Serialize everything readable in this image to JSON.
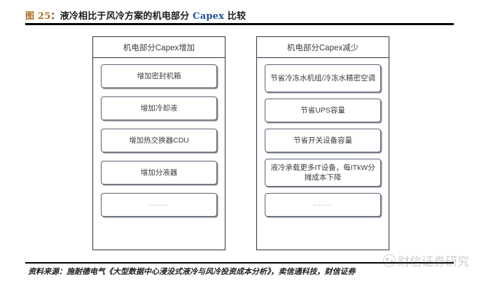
{
  "figure": {
    "label": "图 25",
    "separator": "：",
    "title_cn_part1": "液冷相比于风冷方案的机电部分 ",
    "title_en": "Capex",
    "title_cn_part2": " 比较",
    "title_full": "图 25：液冷相比于风冷方案的机电部分 Capex 比较"
  },
  "columns": [
    {
      "key": "increase",
      "header": "机电部分Capex增加",
      "items": [
        {
          "text": "增加密封机箱",
          "lines": 1
        },
        {
          "text": "增加冷却液",
          "lines": 1
        },
        {
          "text": "增加热交换器CDU",
          "lines": 1
        },
        {
          "text": "增加分液器",
          "lines": 1
        },
        {
          "text": "·······",
          "lines": 1,
          "is_ellipsis": true
        }
      ]
    },
    {
      "key": "decrease",
      "header": "机电部分Capex减少",
      "items": [
        {
          "text": "节省冷冻水机组/冷冻水精密空调",
          "lines": 2
        },
        {
          "text": "节省UPS容量",
          "lines": 1
        },
        {
          "text": "节省开关设备容量",
          "lines": 1
        },
        {
          "text": "液冷承载更多IT设备，每ITkW分摊成本下降",
          "lines": 2
        },
        {
          "text": "·······",
          "lines": 1,
          "is_ellipsis": true
        }
      ]
    }
  ],
  "source": {
    "label": "资料来源：",
    "text": "资料来源：施耐德电气《大型数据中心浸没式液冷与风冷投资成本分析》，卖信通科技，财信证券"
  },
  "watermark": {
    "text": "财信证券研究"
  },
  "colors": {
    "title_number": "#b06a20",
    "title_english": "#1d4fa0",
    "rule": "#000000",
    "box_border": "#2b3240",
    "node_border": "#5a6372",
    "text": "#3c3c3c"
  }
}
